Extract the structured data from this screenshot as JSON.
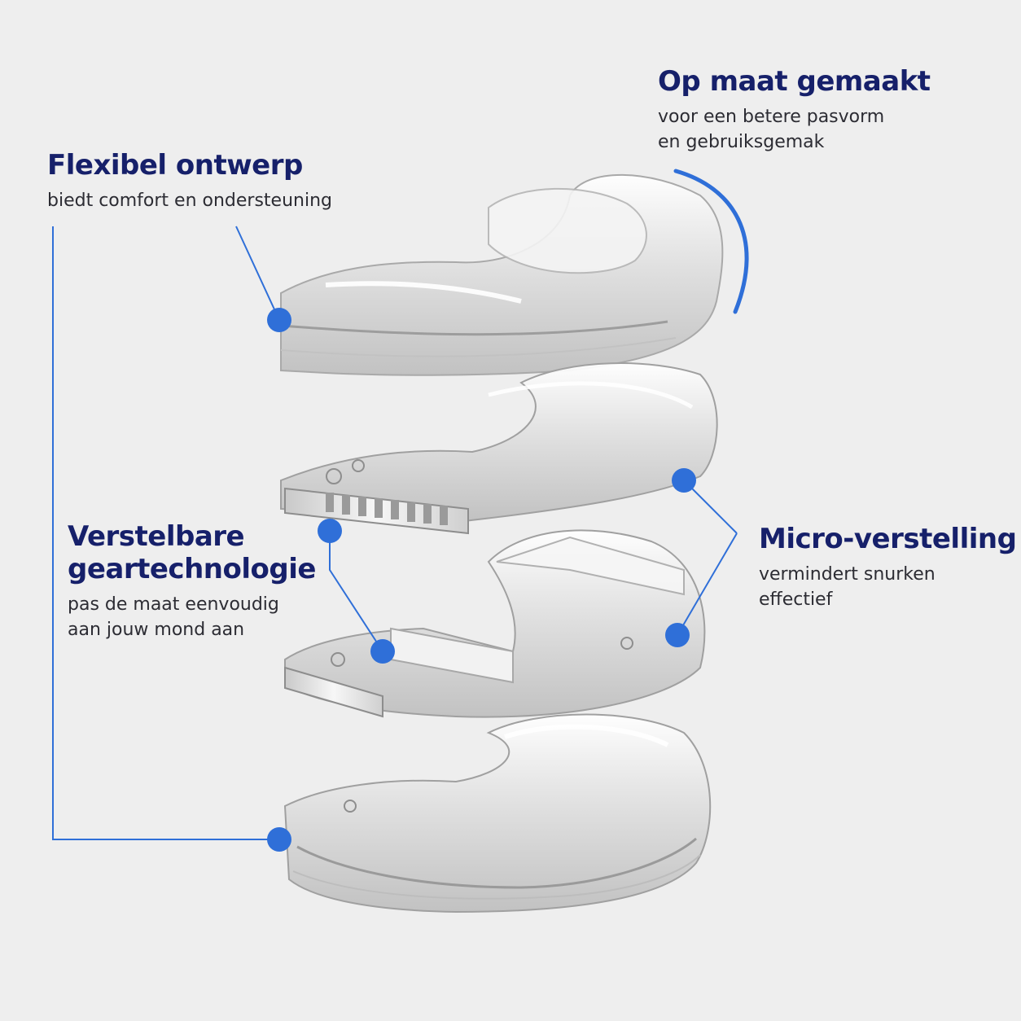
{
  "features": {
    "custom_fit": {
      "title": "Op maat gemaakt",
      "subtitle": "voor een betere pasvorm\nen gebruiksgemak"
    },
    "flexible": {
      "title": "Flexibel ontwerp",
      "subtitle": "biedt comfort en ondersteuning"
    },
    "adjustable": {
      "title": "Verstelbare\ngeartechnologie",
      "subtitle": "pas de maat eenvoudig\naan jouw mond aan"
    },
    "micro": {
      "title": "Micro-verstelling",
      "subtitle": "vermindert snurken\neffectief"
    }
  },
  "colors": {
    "background": "#eeeeee",
    "accent": "#2f6fd8",
    "title": "#16206a",
    "body": "#2c2c33"
  },
  "illustration": {
    "name": "exploded-mouthguard-layers"
  }
}
